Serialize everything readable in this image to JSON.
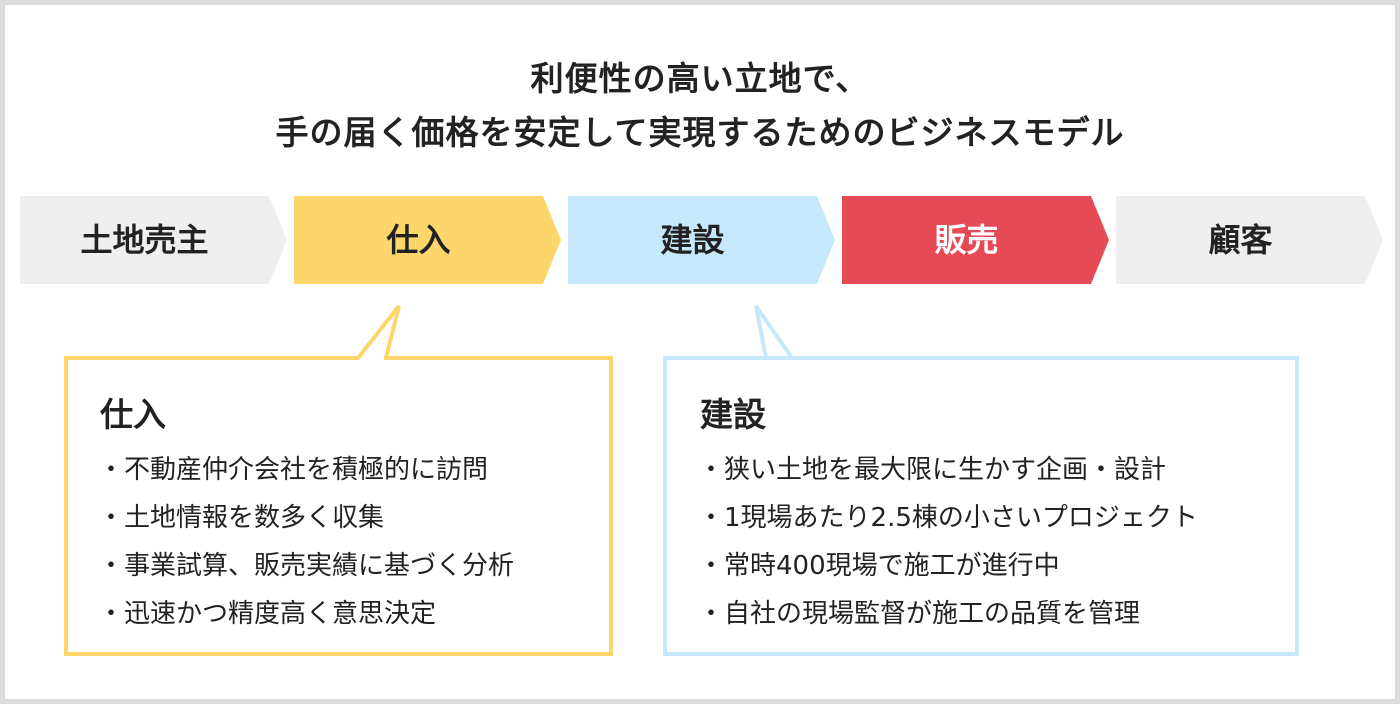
{
  "title": {
    "line1": "利便性の高い立地で、",
    "line2": "手の届く価格を安定して実現するためのビジネスモデル"
  },
  "flow": [
    {
      "label": "土地売主",
      "color": "#efefef",
      "text_color": "#222222"
    },
    {
      "label": "仕入",
      "color": "#fdd66b",
      "text_color": "#222222"
    },
    {
      "label": "建設",
      "color": "#c5e8fb",
      "text_color": "#222222"
    },
    {
      "label": "販売",
      "color": "#e54a55",
      "text_color": "#ffffff"
    },
    {
      "label": "顧客",
      "color": "#efefef",
      "text_color": "#222222"
    }
  ],
  "boxes": [
    {
      "title": "仕入",
      "border_color": "#fdd66b",
      "items": [
        "不動産仲介会社を積極的に訪問",
        "土地情報を数多く収集",
        "事業試算、販売実績に基づく分析",
        "迅速かつ精度高く意思決定"
      ]
    },
    {
      "title": "建設",
      "border_color": "#c5e8fb",
      "items": [
        "狭い土地を最大限に生かす企画・設計",
        "1現場あたり2.5棟の小さいプロジェクト",
        "常時400現場で施工が進行中",
        "自社の現場監督が施工の品質を管理"
      ]
    }
  ]
}
